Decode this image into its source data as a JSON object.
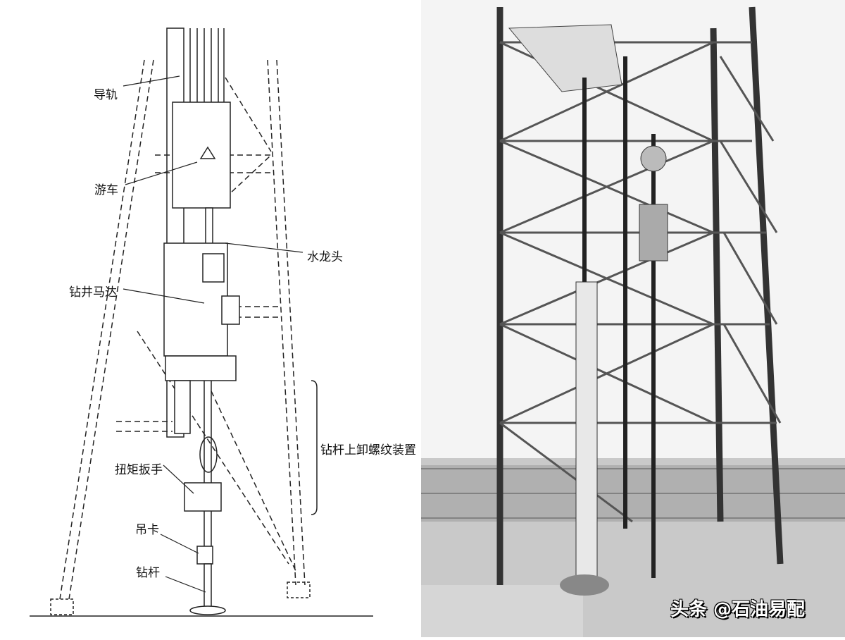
{
  "labels": {
    "guide_rail": "导轨",
    "traveling_block": "游车",
    "swivel": "水龙头",
    "drilling_motor": "钻井马达",
    "pipe_handler": "钻杆上卸螺纹装置",
    "torque_wrench": "扭矩扳手",
    "elevator": "吊卡",
    "drill_pipe": "钻杆"
  },
  "watermark": "头条 @石油易配"
}
